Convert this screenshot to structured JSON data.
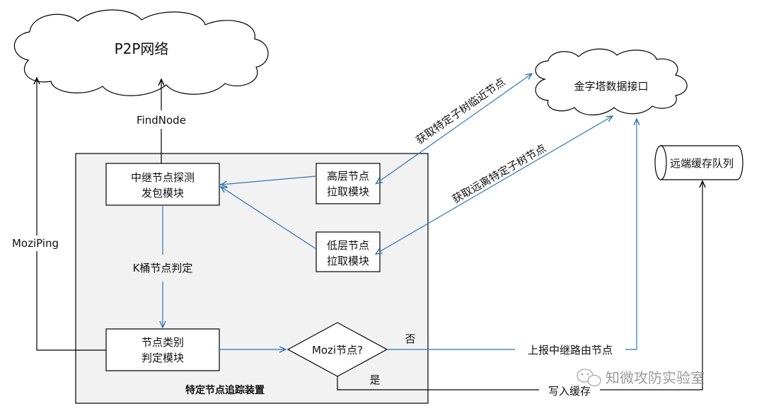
{
  "nodes": {
    "p2p_network": "P2P网络",
    "pyramid_interface": "金字塔数据接口",
    "remote_cache_queue": "远端缓存队列",
    "relay_probe_module": [
      "中继节点探测",
      "发包模块"
    ],
    "high_level_pull": [
      "高层节点",
      "拉取模块"
    ],
    "low_level_pull": [
      "低层节点",
      "拉取模块"
    ],
    "node_class_module": [
      "节点类别",
      "判定模块"
    ],
    "mozi_decision": "Mozi节点?",
    "device_title": "特定节点追踪装置"
  },
  "edges": {
    "findnode": "FindNode",
    "moziping": "MoziPing",
    "k_bucket_judge": "K桶节点判定",
    "get_near_subtree": "获取特定子树临近节点",
    "get_far_subtree": "获取远离特定子树节点",
    "no": "否",
    "yes": "是",
    "report_relay": "上报中继路由节点",
    "write_cache": "写入缓存"
  },
  "watermark": "知微攻防实验室",
  "colors": {
    "blue": "#2e75b6",
    "black": "#000000",
    "container_fill": "#f2f2f2"
  }
}
